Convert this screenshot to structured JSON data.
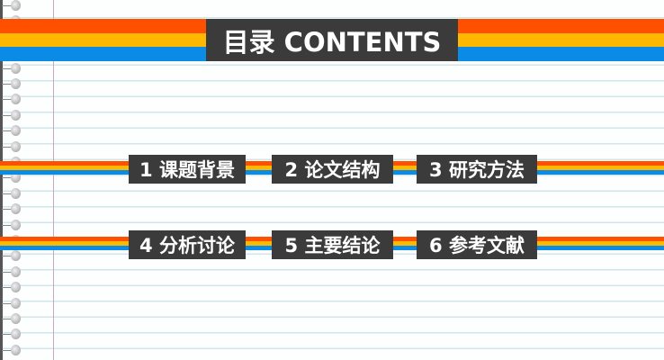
{
  "title": "目录 CONTENTS",
  "colors": {
    "orange": "#ff5000",
    "yellow": "#ffb800",
    "blue": "#0a8ce6",
    "box": "#3b3b3b"
  },
  "items": [
    {
      "label": "1 课题背景"
    },
    {
      "label": "2 论文结构"
    },
    {
      "label": "3 研究方法"
    },
    {
      "label": "4 分析讨论"
    },
    {
      "label": "5 主要结论"
    },
    {
      "label": "6 参考文献"
    }
  ]
}
